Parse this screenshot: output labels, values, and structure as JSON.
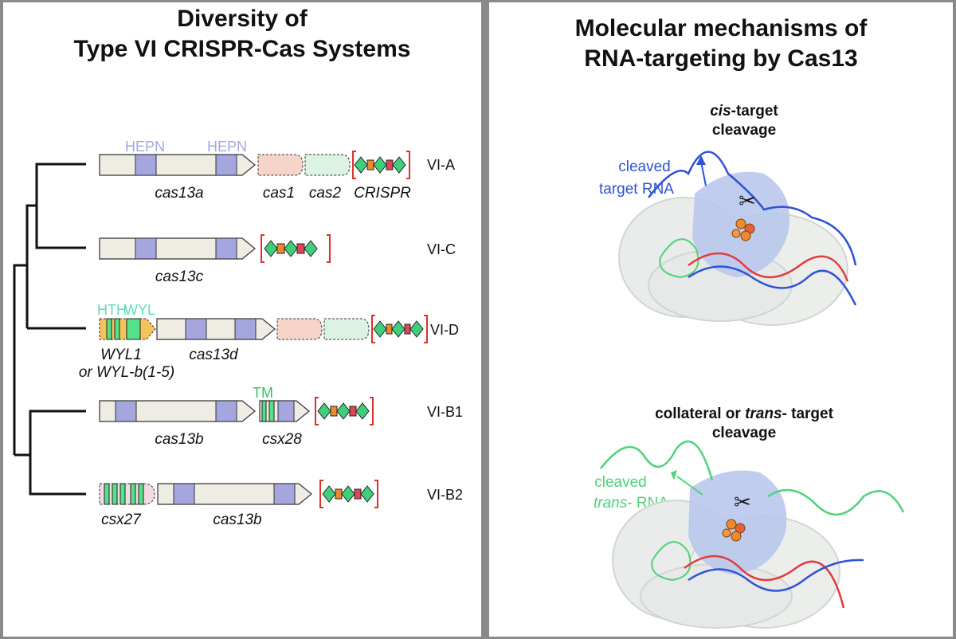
{
  "left": {
    "title_line1": "Diversity of",
    "title_line2": "Type VI CRISPR-Cas Systems",
    "systems": [
      {
        "name": "VI-A",
        "genes": [
          "cas13a",
          "cas1",
          "cas2",
          "CRISPR"
        ],
        "domains": [
          "HEPN",
          "HEPN"
        ]
      },
      {
        "name": "VI-C",
        "genes": [
          "cas13c"
        ]
      },
      {
        "name": "VI-D",
        "genes": [
          "WYL1",
          "or WYL-b(1-5)",
          "cas13d"
        ],
        "domains": [
          "HTH",
          "WYL"
        ]
      },
      {
        "name": "VI-B1",
        "genes": [
          "cas13b",
          "csx28"
        ],
        "domains": [
          "TM"
        ]
      },
      {
        "name": "VI-B2",
        "genes": [
          "csx27",
          "cas13b"
        ]
      }
    ]
  },
  "right": {
    "title_line1": "Molecular mechanisms of",
    "title_line2": "RNA-targeting by Cas13",
    "top_label_1": "cis",
    "top_label_1_rest": "-target",
    "top_label_2": "cleavage",
    "top_annot_1": "cleaved",
    "top_annot_2": "target RNA",
    "bottom_label_1a": "collateral or ",
    "bottom_label_1b": "trans",
    "bottom_label_1c": "- target",
    "bottom_label_2": "cleavage",
    "bottom_annot_1": "cleaved",
    "bottom_annot_2a": "trans",
    "bottom_annot_2b": "- RNA"
  },
  "colors": {
    "gene_fill": "#efece3",
    "hepn": "#a6a6de",
    "cas1": "#f6d4c8",
    "cas2": "#dcf3e3",
    "crispr_green": "#3fcf7a",
    "crispr_orange": "#ee8a2e",
    "crispr_red": "#e0445a",
    "bracket_red": "#d8332b",
    "hth_text": "#60dcc0",
    "wyl_yellow": "#f6c35a",
    "wyl_green": "#56e08a",
    "tm_text": "#3cc35c",
    "rna_blue": "#2f52d6",
    "rna_red": "#e23b3b",
    "rna_green": "#4fd27a",
    "protein_blue": "#b9c8ec"
  }
}
